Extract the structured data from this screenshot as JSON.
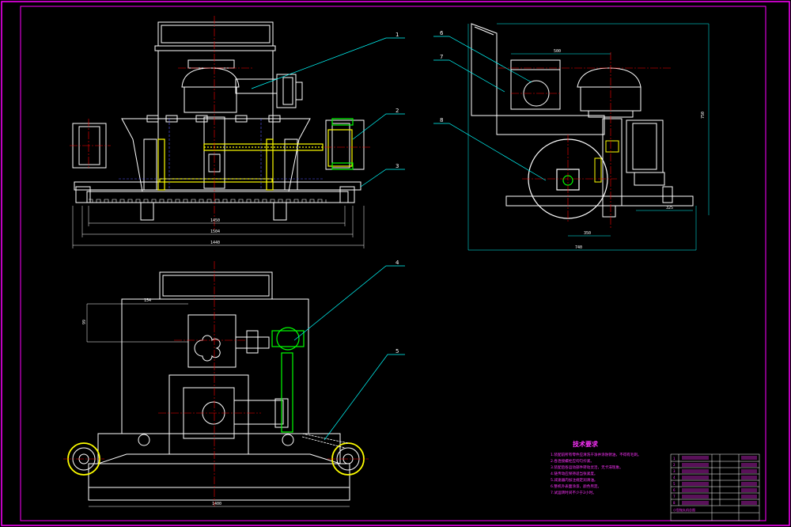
{
  "colors": {
    "background": "#000000",
    "border": "#ff00ff",
    "outline": "#ffffff",
    "center": "#ff0000",
    "leader": "#00ffff",
    "gear": "#ffff00",
    "coupling": "#00ff00",
    "hidden": "#5555ff",
    "notes": "#ff33ff"
  },
  "callouts": [
    "1",
    "2",
    "3",
    "4",
    "5",
    "6",
    "7",
    "8"
  ],
  "dimensions": {
    "front_inner": "1450",
    "front_mid": "1504",
    "front_total": "1440",
    "side_top": "500",
    "side_small": "350",
    "side_base": "325",
    "side_total": "740",
    "side_height": "750",
    "plan_top": "154",
    "plan_side": "99",
    "plan_bottom": "1400"
  },
  "notes": {
    "title": "技术要求",
    "lines": [
      "1.装配前所有零件应清洗干净并涂防锈油，不得有毛刺。",
      "2.各连接螺栓应均匀拧紧。",
      "3.装配后各运动部件转动灵活，无卡滞现象。",
      "4.链传动应保持适当张紧度。",
      "5.减速器内加注规定润滑油。",
      "6.整机外表面涂漆，颜色另定。",
      "7.试运转时间不少于2小时。"
    ]
  },
  "title_block": {
    "name": "小型抛丸机总图",
    "rows": [
      "1",
      "2",
      "3",
      "4",
      "5",
      "6",
      "7",
      "8"
    ]
  }
}
